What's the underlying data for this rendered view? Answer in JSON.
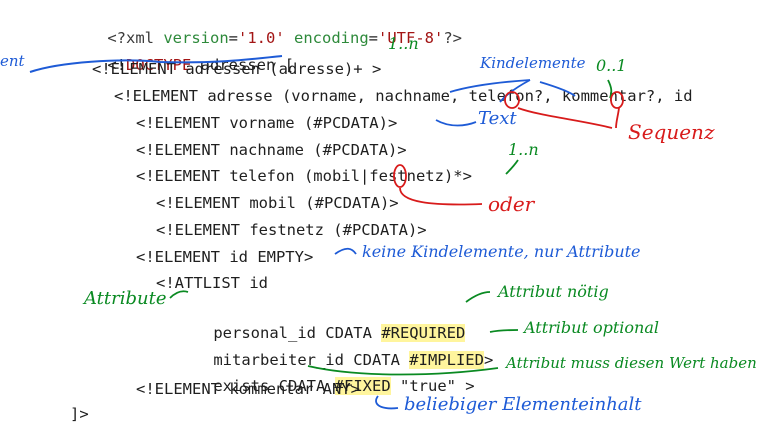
{
  "code": {
    "lines": [
      {
        "indent": 0,
        "parts": [
          "<?xml ",
          "version",
          "=",
          "'1.0'",
          " ",
          "encoding",
          "=",
          "'UTF-8'",
          "?>"
        ]
      },
      {
        "indent": 0,
        "parts": [
          "<!",
          "DOCTYPE",
          " adressen ["
        ]
      },
      {
        "indent": 1,
        "parts": [
          "<!ELEMENT adressen (adresse)+ >"
        ]
      },
      {
        "indent": 2,
        "parts": [
          "<!ELEMENT adresse (vorname, nachname, telefon?, kommentar?, id"
        ]
      },
      {
        "indent": 3,
        "parts": [
          "<!ELEMENT vorname (#PCDATA)>"
        ]
      },
      {
        "indent": 3,
        "parts": [
          "<!ELEMENT nachname (#PCDATA)>"
        ]
      },
      {
        "indent": 3,
        "parts": [
          "<!ELEMENT telefon (mobil|festnetz)*>"
        ]
      },
      {
        "indent": 4,
        "parts": [
          "<!ELEMENT mobil (#PCDATA)>"
        ]
      },
      {
        "indent": 4,
        "parts": [
          "<!ELEMENT festnetz (#PCDATA)>"
        ]
      },
      {
        "indent": 3,
        "parts": [
          "<!ELEMENT id EMPTY>"
        ]
      },
      {
        "indent": 4,
        "parts": [
          "<!ATTLIST id"
        ]
      },
      {
        "indent": 5,
        "parts": [
          "personal_id CDATA ",
          "#REQUIRED"
        ]
      },
      {
        "indent": 5,
        "parts": [
          "mitarbeiter_id CDATA ",
          "#IMPLIED",
          ">"
        ]
      },
      {
        "indent": 5,
        "parts": [
          "exists CDATA ",
          "#FIXED",
          " \"true\" >"
        ]
      },
      {
        "indent": 3,
        "parts": [
          "<!ELEMENT kommentar ANY>"
        ]
      },
      {
        "indent": 0,
        "parts": [
          "]>"
        ]
      }
    ]
  },
  "annotations": {
    "element_label": "ent",
    "one_to_n_1": "1..n",
    "kindelemente": "Kindelemente",
    "zero_to_one": "0..1",
    "text": "Text",
    "sequenz": "Sequenz",
    "one_to_n_2": "1..n",
    "oder": "oder",
    "keine_kindelemente": "keine Kindelemente, nur Attribute",
    "attribute": "Attribute",
    "attribut_noetig": "Attribut nötig",
    "attribut_optional": "Attribut optional",
    "attribut_fixed": "Attribut muss diesen Wert haben",
    "beliebiger_inhalt": "beliebiger Elementeinhalt"
  },
  "colors": {
    "annotation_green": "#0a8a22",
    "annotation_blue": "#1e5bd6",
    "annotation_red": "#d81b1b",
    "highlight_yellow": "#fff59d",
    "xml_attr_green": "#2e8a3b",
    "xml_string_red": "#a31515"
  }
}
